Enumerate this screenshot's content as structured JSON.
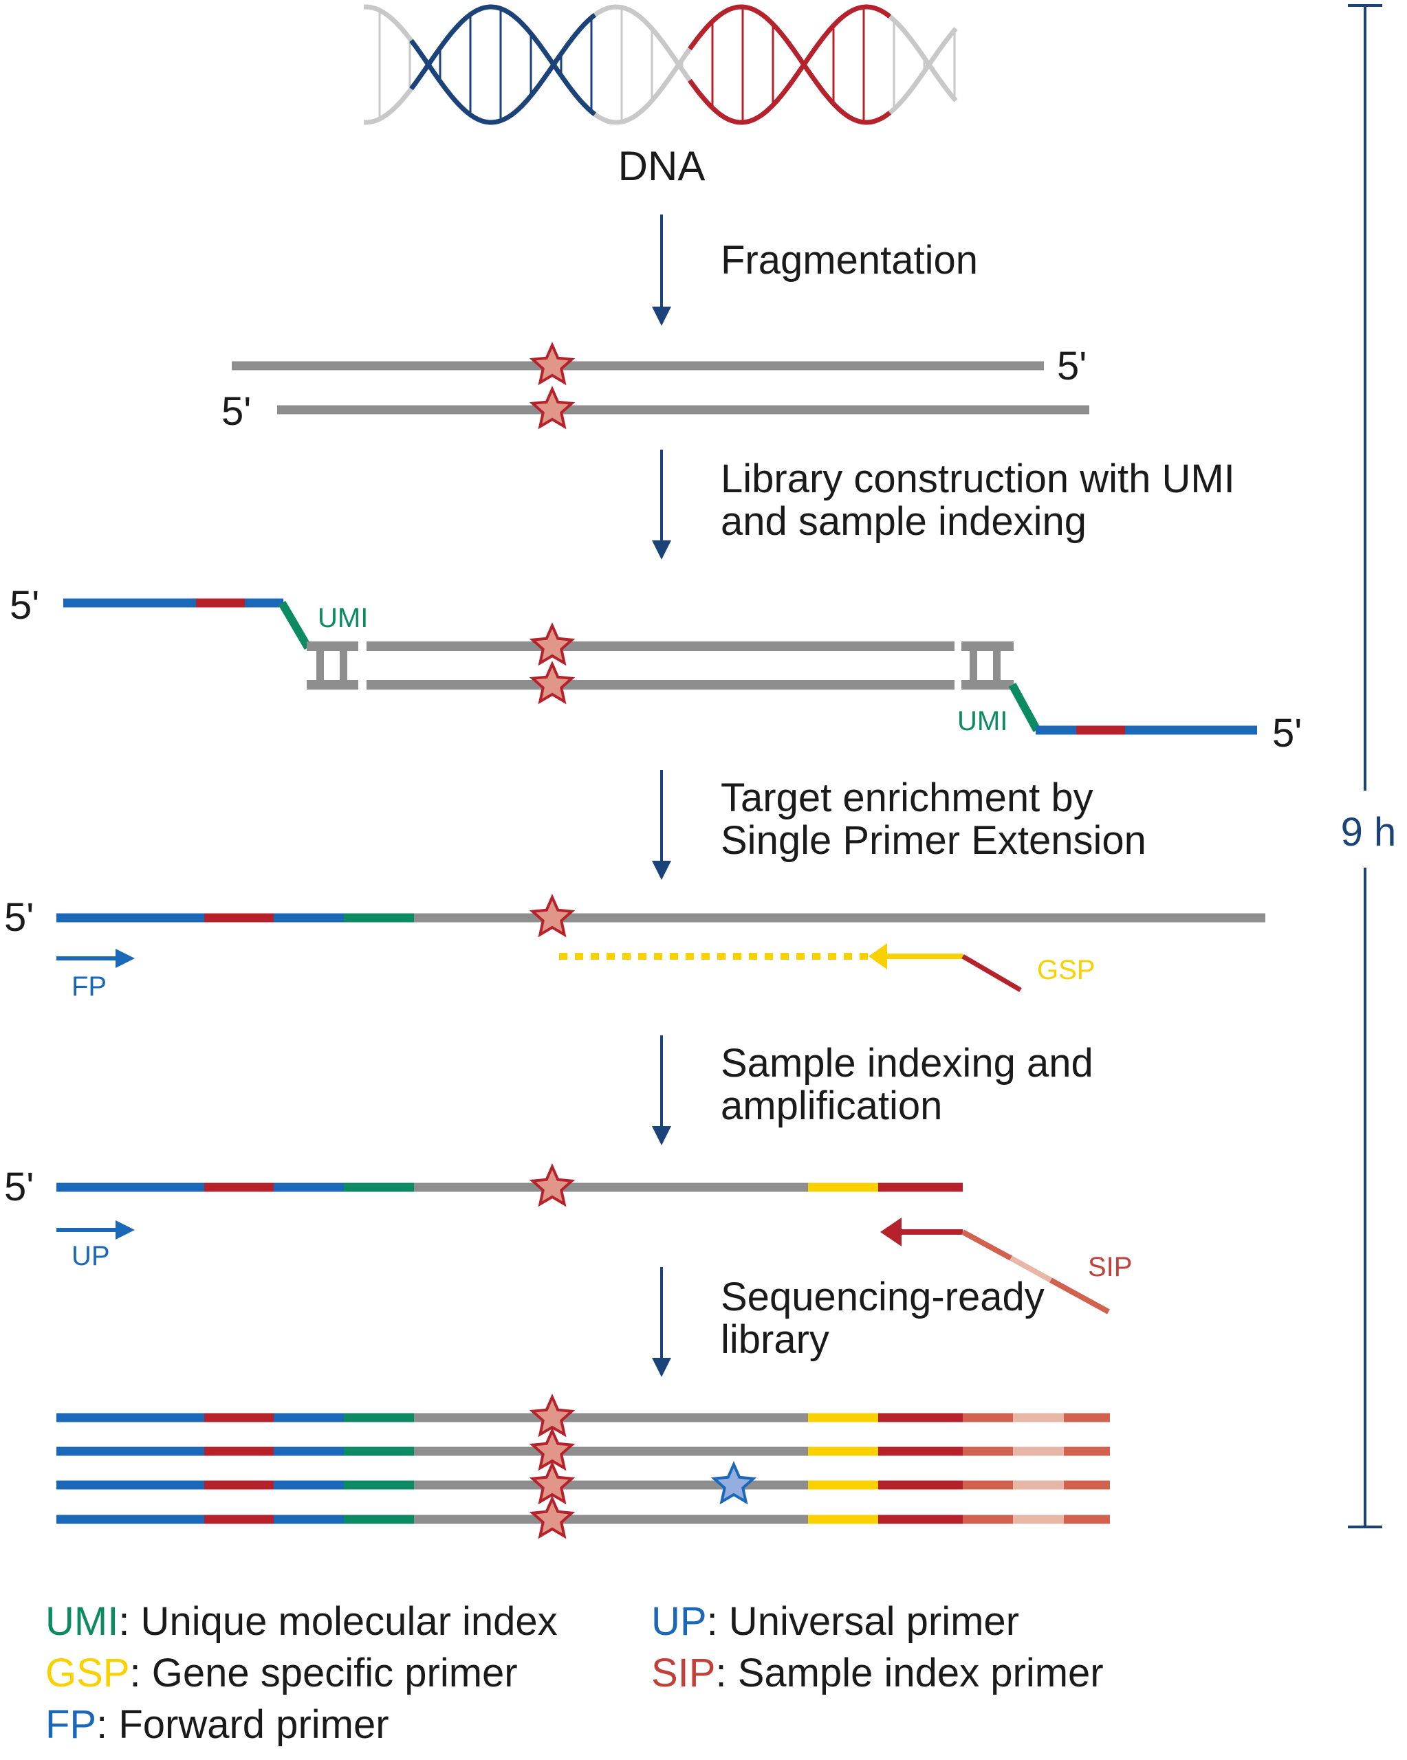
{
  "title": "DNA",
  "colors": {
    "navy": "#1b4379",
    "blue": "#1b68b8",
    "red": "#b5222b",
    "green": "#0c8a62",
    "yellow": "#f9d000",
    "gray": "#8e8e8e",
    "light_gray": "#c8c8c8",
    "salmon": "#d0624f",
    "pale_salmon": "#e6b7a6",
    "star_fill": "#e0978a",
    "star_stroke": "#b5222b",
    "mut_fill": "#94aee0",
    "mut_stroke": "#1b68b8",
    "text": "#1a1a1a"
  },
  "steps": [
    {
      "lines": [
        "Fragmentation"
      ]
    },
    {
      "lines": [
        "Library construction with UMI",
        "and sample indexing"
      ]
    },
    {
      "lines": [
        "Target enrichment by",
        "Single Primer Extension"
      ]
    },
    {
      "lines": [
        "Sample indexing and",
        "amplification"
      ]
    },
    {
      "lines": [
        "Sequencing-ready",
        "library"
      ]
    }
  ],
  "labels": {
    "five_prime": "5'",
    "umi": "UMI",
    "fp": "FP",
    "gsp": "GSP",
    "up": "UP",
    "sip": "SIP"
  },
  "duration": "9 h",
  "legend": [
    {
      "abbr": "UMI",
      "text": ": Unique molecular index",
      "color": "#0c8a62"
    },
    {
      "abbr": "UP",
      "text": ": Universal primer",
      "color": "#1b68b8"
    },
    {
      "abbr": "GSP",
      "text": ": Gene specific primer",
      "color": "#f9d000"
    },
    {
      "abbr": "SIP",
      "text": ": Sample index primer",
      "color": "#c0403a"
    },
    {
      "abbr": "FP",
      "text": ": Forward primer",
      "color": "#1b68b8"
    }
  ],
  "library_reads": [
    {
      "mutation_star": true,
      "variant_star": false
    },
    {
      "mutation_star": true,
      "variant_star": false
    },
    {
      "mutation_star": true,
      "variant_star": true
    },
    {
      "mutation_star": true,
      "variant_star": false
    }
  ]
}
